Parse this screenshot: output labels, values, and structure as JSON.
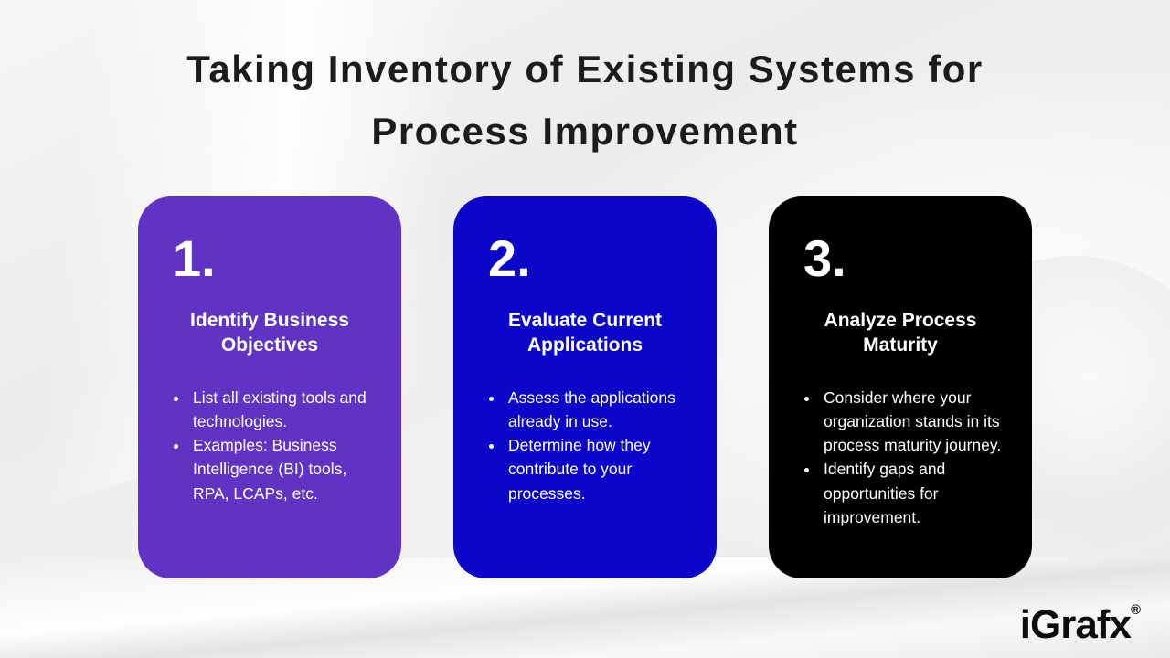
{
  "title": {
    "lines": [
      "Taking Inventory of Existing Systems for",
      "Process Improvement"
    ]
  },
  "cards": [
    {
      "number": "1.",
      "heading": "Identify Business Objectives",
      "bullets": [
        "List all existing tools and technologies.",
        "Examples: Business Intelligence (BI) tools, RPA, LCAPs, etc."
      ],
      "bg_color": "#6133C4",
      "text_color": "#FFFFFF"
    },
    {
      "number": "2.",
      "heading": "Evaluate Current Applications",
      "bullets": [
        "Assess the applications already in use.",
        "Determine how they contribute to your processes."
      ],
      "bg_color": "#0B06C8",
      "text_color": "#FFFFFF"
    },
    {
      "number": "3.",
      "heading": "Analyze Process Maturity",
      "bullets": [
        "Consider where your organization stands in its process maturity journey.",
        "Identify gaps and opportunities for improvement."
      ],
      "bg_color": "#000000",
      "text_color": "#FFFFFF"
    }
  ],
  "logo": {
    "text": "iGrafx",
    "registered_mark": "®"
  },
  "colors": {
    "background": "#F0EFED",
    "title_text": "#1C1C1E"
  }
}
